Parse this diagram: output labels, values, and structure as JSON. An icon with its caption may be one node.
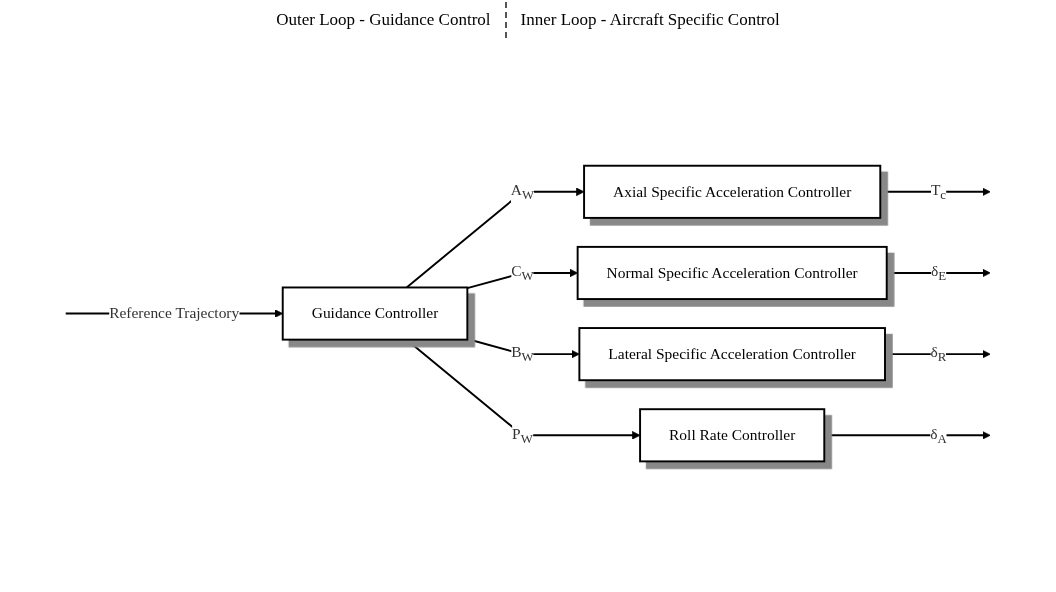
{
  "diagram": {
    "nodes": [
      {
        "text": [
          "Guidance Controller"
        ]
      },
      {
        "text": [
          "Axial Specific Acceleration Controller"
        ]
      },
      {
        "text": [
          "Normal Specific Acceleration Controller"
        ]
      },
      {
        "text": [
          "Lateral Specific Acceleration Controller"
        ]
      },
      {
        "text": [
          "Roll Rate Controller"
        ]
      }
    ],
    "edges": [
      {
        "from": null,
        "to": 0,
        "arrow": "to",
        "label": "Reference Trajectory"
      },
      {
        "from": 0,
        "to": 1,
        "arrow": "to",
        "label": "A$_{W}$"
      },
      {
        "from": 0,
        "to": 2,
        "arrow": "to",
        "label": "C$_{W}$"
      },
      {
        "from": 0,
        "to": 3,
        "arrow": "to",
        "label": "B$_{W}$"
      },
      {
        "from": 0,
        "to": 4,
        "arrow": "to",
        "label": "P$_{W}$"
      },
      {
        "from": 1,
        "to": null,
        "arrow": "to",
        "label": "T$_{c}$"
      },
      {
        "from": 2,
        "to": null,
        "arrow": "to",
        "label": "δ$_{E}$"
      },
      {
        "from": 3,
        "to": null,
        "arrow": "to",
        "label": "δ$_{R}$"
      },
      {
        "from": 4,
        "to": null,
        "arrow": "to",
        "label": "δ$_{A}$"
      }
    ],
    "labels": [
      "Outer Loop - Guidance Control",
      "Inner Loop - Aircraft Specific Control"
    ]
  }
}
